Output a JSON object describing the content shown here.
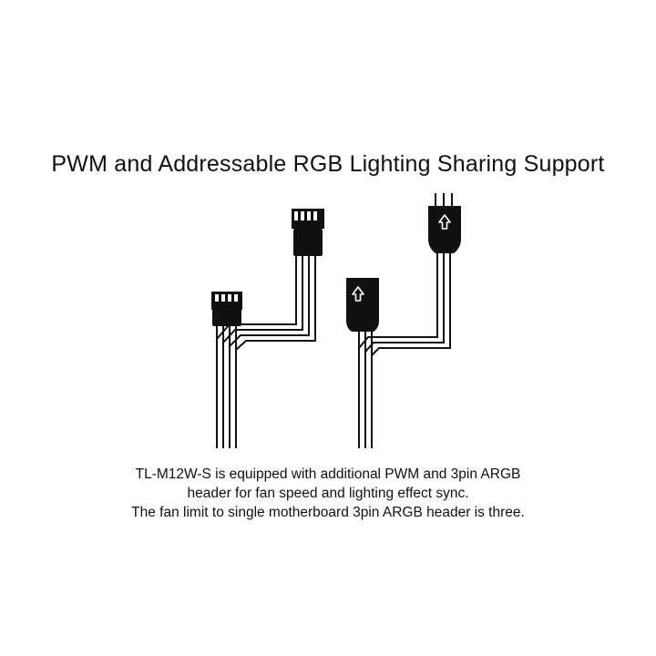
{
  "title": "PWM and Addressable RGB Lighting Sharing Support",
  "caption": [
    "TL-M12W-S is equipped with additional PWM and 3pin ARGB",
    "header for fan speed and lighting effect sync.",
    "The fan limit to single motherboard 3pin ARGB header is three."
  ],
  "colors": {
    "ink": "#111111",
    "background": "#ffffff"
  },
  "icons": {
    "argb_connector_arrow": "up-arrow"
  }
}
